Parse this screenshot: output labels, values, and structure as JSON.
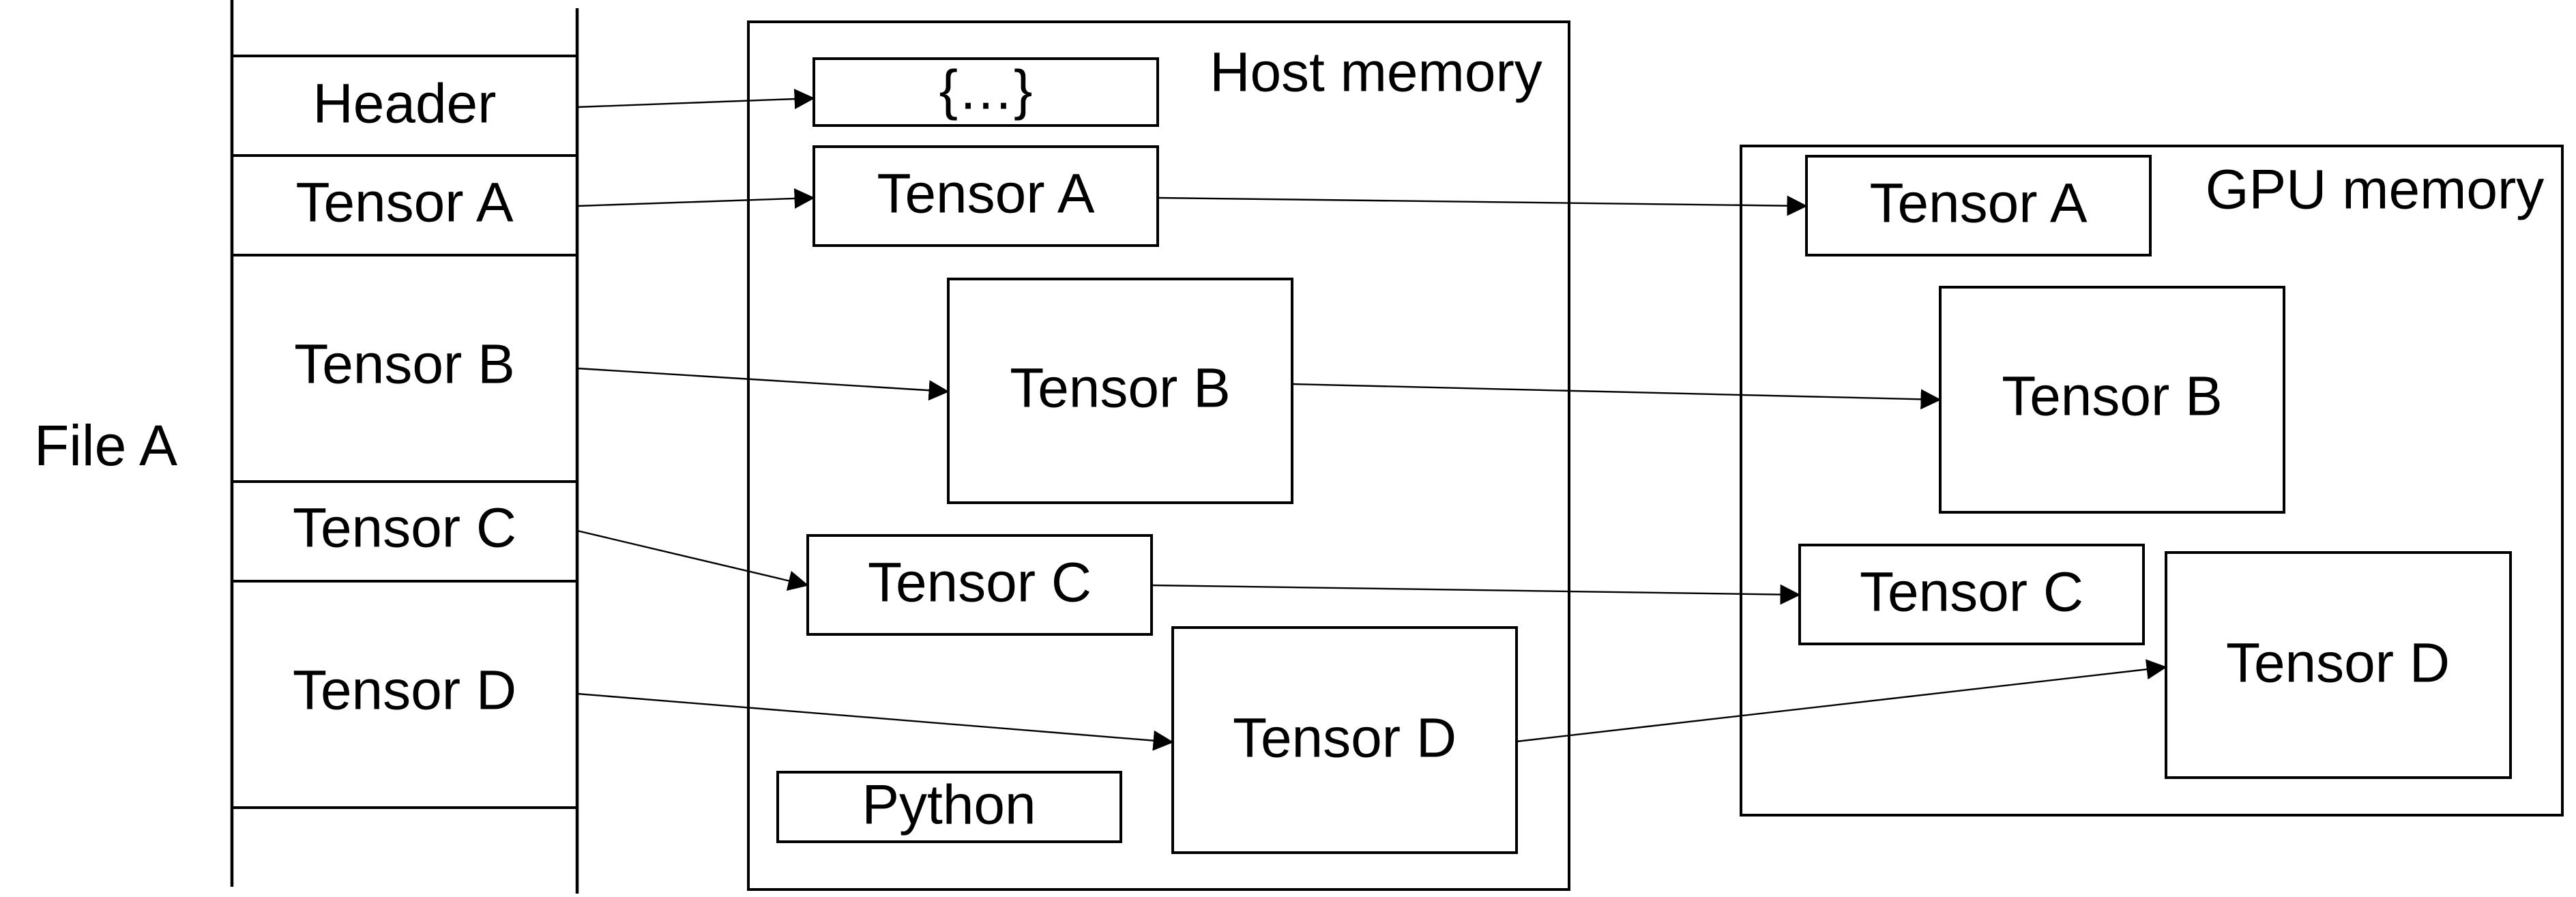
{
  "file": {
    "title": "File A",
    "segments": {
      "header": "Header",
      "tensor_a": "Tensor A",
      "tensor_b": "Tensor B",
      "tensor_c": "Tensor C",
      "tensor_d": "Tensor D"
    }
  },
  "host": {
    "title": "Host memory",
    "header_obj": "{…}",
    "tensor_a": "Tensor A",
    "tensor_b": "Tensor B",
    "tensor_c": "Tensor C",
    "tensor_d": "Tensor D",
    "python": "Python"
  },
  "gpu": {
    "title": "GPU memory",
    "tensor_a": "Tensor A",
    "tensor_b": "Tensor B",
    "tensor_c": "Tensor C",
    "tensor_d": "Tensor D"
  }
}
